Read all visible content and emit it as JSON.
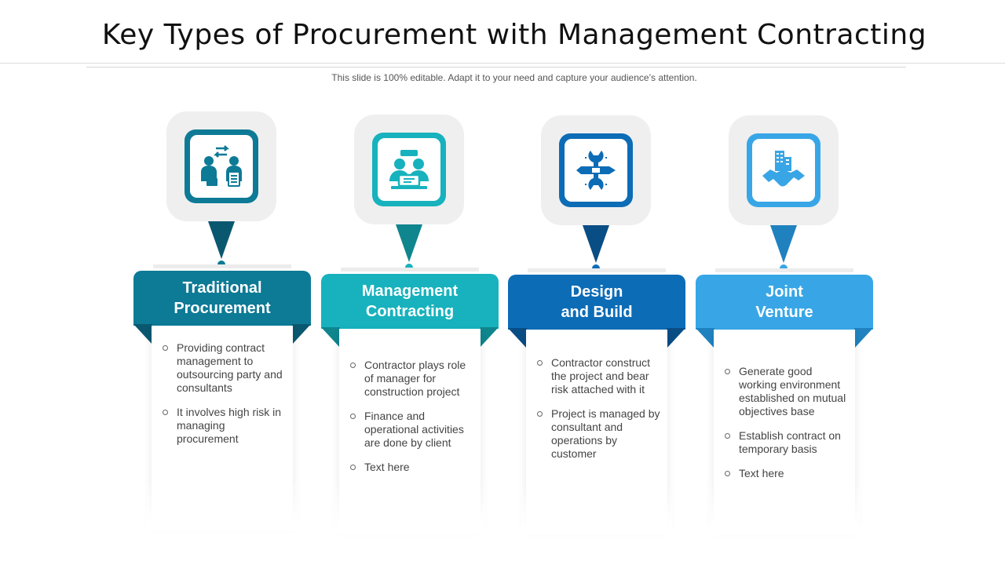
{
  "title": "Key Types of Procurement with Management Contracting",
  "subtitle": "This slide is 100% editable. Adapt it to your need and capture your audience’s attention.",
  "cards": [
    {
      "heading": "Traditional\nProcurement",
      "color": "#0d7a96",
      "dark": "#0a5870",
      "icon": "people-exchange-icon",
      "points": [
        "Providing contract management to outsourcing party and consultants",
        "It involves high risk in managing procurement"
      ]
    },
    {
      "heading": "Management\nContracting",
      "color": "#17b2bd",
      "dark": "#0f858e",
      "icon": "team-meeting-icon",
      "points": [
        "Contractor plays role of manager for construction project",
        "Finance and operational activities are done by client",
        "Text here"
      ]
    },
    {
      "heading": "Design\nand Build",
      "color": "#0d6cb6",
      "dark": "#094d85",
      "icon": "tools-icon",
      "points": [
        "Contractor construct the project and bear risk attached with it",
        "Project is managed by consultant and operations by customer"
      ]
    },
    {
      "heading": "Joint\nVenture",
      "color": "#38a6e6",
      "dark": "#1f82bf",
      "icon": "handshake-building-icon",
      "points": [
        "Generate good working environment established on mutual objectives base",
        "Establish contract on temporary basis",
        "Text here"
      ]
    }
  ]
}
